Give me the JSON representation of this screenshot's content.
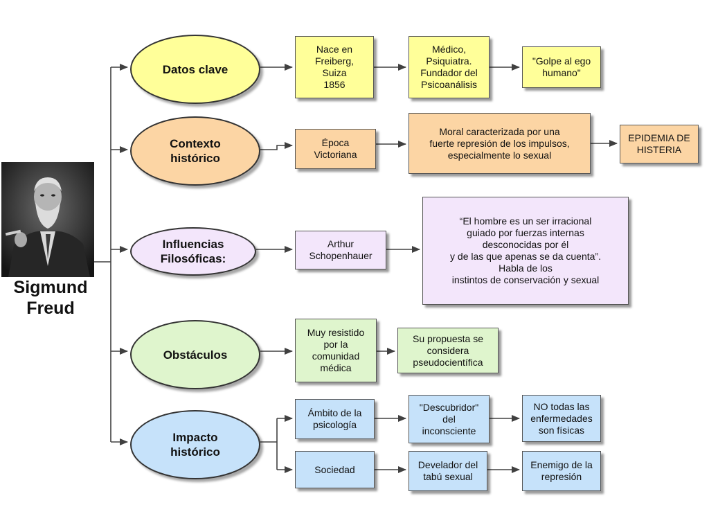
{
  "title": "Sigmund\nFreud",
  "branches": {
    "datos": {
      "label": "Datos clave",
      "boxes": [
        "Nace en\nFreiberg,\nSuiza\n1856",
        "Médico,\nPsiquiatra.\nFundador del\nPsicoanálisis",
        "\"Golpe al ego\nhumano\""
      ]
    },
    "contexto": {
      "label": "Contexto\nhistórico",
      "boxes": [
        "Época\nVictoriana",
        "Moral caracterizada por una\nfuerte represión de los impulsos,\nespecialmente lo sexual",
        "EPIDEMIA DE\nHISTERIA"
      ]
    },
    "influencias": {
      "label": "Influencias\nFilosóficas:",
      "boxes": [
        "Arthur\nSchopenhauer",
        "“El hombre es un ser irracional\nguiado por fuerzas internas\ndesconocidas por él\ny de las que apenas se da cuenta”.\nHabla de los\ninstintos de conservación y sexual"
      ]
    },
    "obstaculos": {
      "label": "Obstáculos",
      "boxes": [
        "Muy resistido\npor la\ncomunidad\nmédica",
        "Su propuesta se\nconsidera\npseudocientífica"
      ]
    },
    "impacto": {
      "label": "Impacto\nhistórico",
      "row1": [
        "Ámbito de la\npsicología",
        "\"Descubridor\"\ndel\ninconsciente",
        "NO todas las\nenfermedades\nson físicas"
      ],
      "row2": [
        "Sociedad",
        "Develador del\ntabú sexual",
        "Enemigo de la\nrepresión"
      ]
    }
  },
  "colors": {
    "yellow": "#ffff99",
    "orange": "#fcd5a4",
    "purple": "#f3e6fb",
    "green": "#dff5cd",
    "blue": "#c6e2fa",
    "line": "#404040"
  },
  "icons": [
    "portrait-photo",
    "arrow-icon"
  ]
}
